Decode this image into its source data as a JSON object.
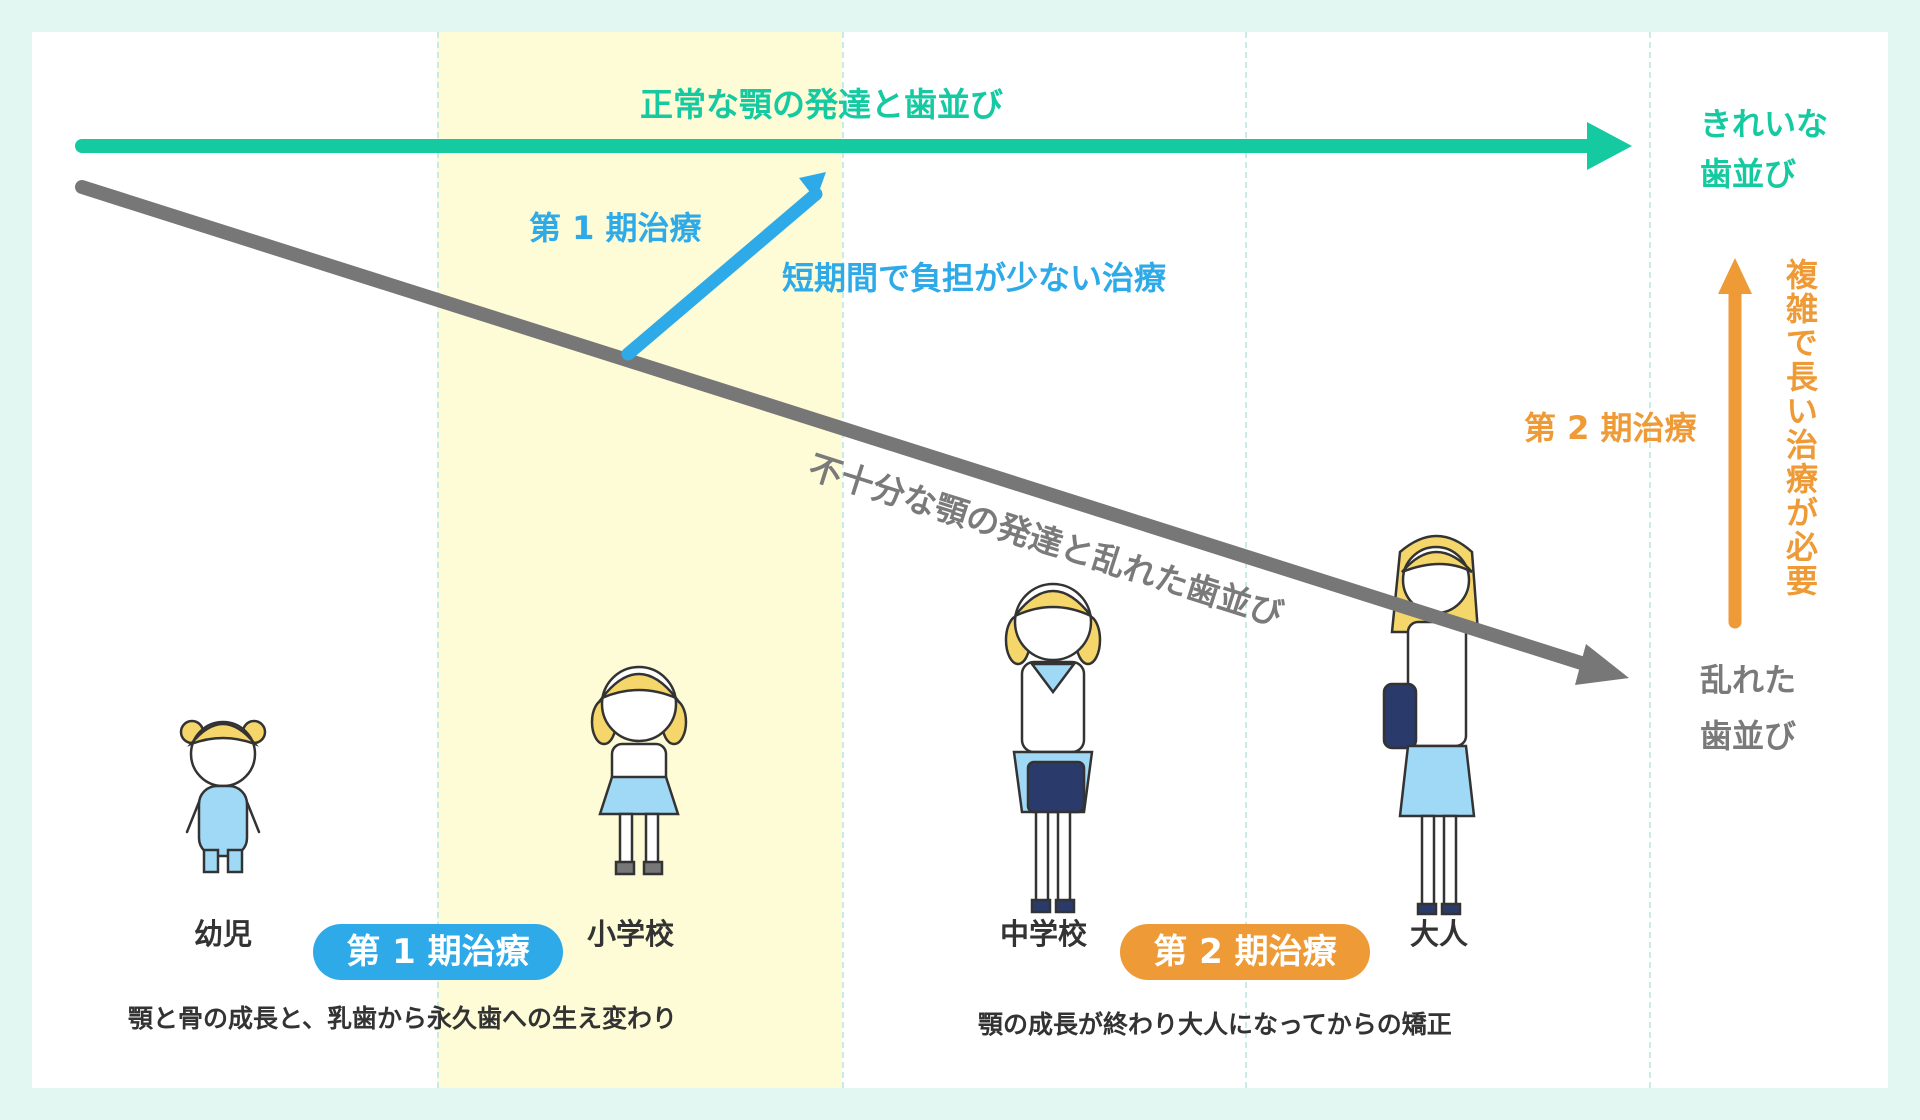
{
  "arrows": {
    "normal_label": "正常な顎の発達と歯並び",
    "poor_label": "不十分な顎の発達と乱れた歯並び",
    "phase1_label": "第 1 期治療",
    "phase1_desc": "短期間で負担が少ない治療",
    "phase2_label": "第 2 期治療",
    "phase2_desc": "複雑で長い治療が必要"
  },
  "outcomes": {
    "good_line1": "きれいな",
    "good_line2": "歯並び",
    "bad_line1": "乱れた",
    "bad_line2": "歯並び"
  },
  "stages": {
    "infant": "幼児",
    "elementary": "小学校",
    "middle": "中学校",
    "adult": "大人"
  },
  "pills": {
    "phase1": "第 1 期治療",
    "phase2": "第 2 期治療"
  },
  "captions": {
    "left": "顎と骨の成長と、乳歯から永久歯への生え変わり",
    "right": "顎の成長が終わり大人になってからの矯正"
  },
  "colors": {
    "teal": "#15c9a0",
    "blue": "#2eaae8",
    "gray": "#777777",
    "orange": "#ee9a36",
    "background": "#e2f7f1",
    "highlight": "#fdfcd6"
  }
}
